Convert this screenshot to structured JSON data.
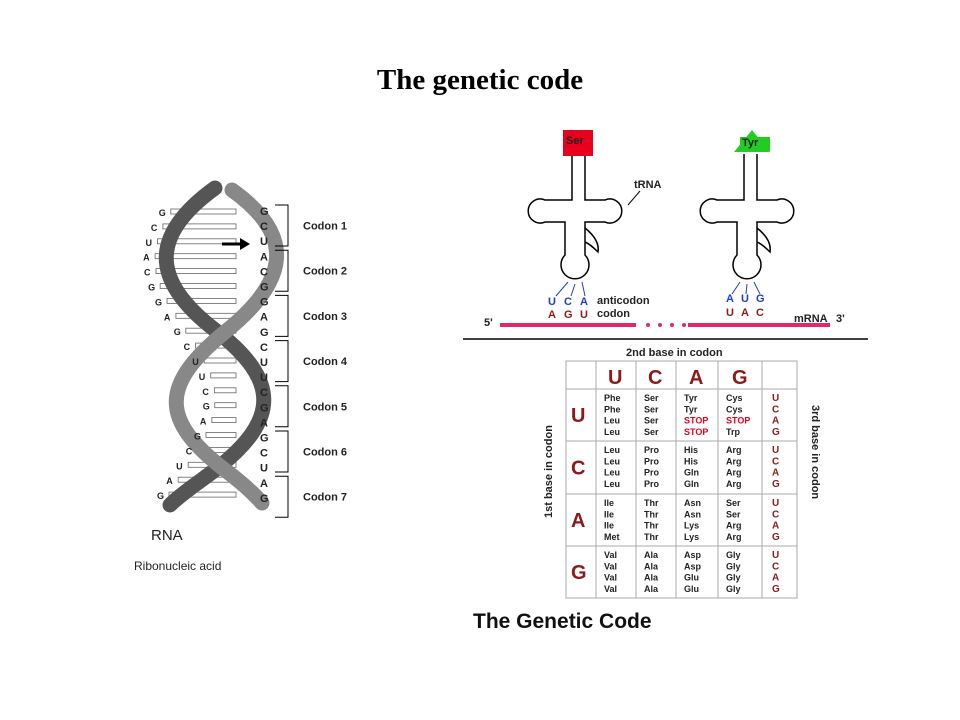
{
  "title": "The genetic code",
  "rna": {
    "strand_letters": [
      "G",
      "C",
      "U",
      "A",
      "C",
      "G",
      "G",
      "A",
      "G",
      "C",
      "U",
      "U",
      "C",
      "G",
      "A",
      "G",
      "C",
      "U",
      "A",
      "G"
    ],
    "bracket_letters": [
      "G",
      "C",
      "U",
      "A",
      "C",
      "G",
      "G",
      "A",
      "G",
      "C",
      "U",
      "U",
      "C",
      "G",
      "A",
      "G",
      "C",
      "U",
      "A",
      "G"
    ],
    "codons": [
      "Codon 1",
      "Codon 2",
      "Codon 3",
      "Codon 4",
      "Codon 5",
      "Codon 6",
      "Codon 7"
    ],
    "label": "RNA",
    "caption": "Ribonucleic acid"
  },
  "trna": {
    "aa_left": "Ser",
    "aa_right": "Tyr",
    "trna_label": "tRNA",
    "anticodon_label": "anticodon",
    "codon_label": "codon",
    "anticodon_left": [
      "U",
      "C",
      "A"
    ],
    "codon_left": [
      "A",
      "G",
      "U"
    ],
    "anticodon_right": [
      "A",
      "U",
      "G"
    ],
    "codon_right": [
      "U",
      "A",
      "C"
    ],
    "five_prime": "5'",
    "mrna_label": "mRNA",
    "three_prime": "3'",
    "colors": {
      "ser": "#e8001c",
      "tyr": "#22cc22",
      "mrna": "#e0286e",
      "anticodon": "#1f3fbf",
      "codon": "#8b1a1a"
    }
  },
  "code_table": {
    "header_top": "2nd base in codon",
    "header_left": "1st base in codon",
    "header_right": "3rd base in codon",
    "bases": [
      "U",
      "C",
      "A",
      "G"
    ],
    "third": [
      "U",
      "C",
      "A",
      "G"
    ],
    "cells": [
      [
        [
          "Phe",
          "Phe",
          "Leu",
          "Leu"
        ],
        [
          "Ser",
          "Ser",
          "Ser",
          "Ser"
        ],
        [
          "Tyr",
          "Tyr",
          "STOP",
          "STOP"
        ],
        [
          "Cys",
          "Cys",
          "STOP",
          "Trp"
        ]
      ],
      [
        [
          "Leu",
          "Leu",
          "Leu",
          "Leu"
        ],
        [
          "Pro",
          "Pro",
          "Pro",
          "Pro"
        ],
        [
          "His",
          "His",
          "Gln",
          "Gln"
        ],
        [
          "Arg",
          "Arg",
          "Arg",
          "Arg"
        ]
      ],
      [
        [
          "Ile",
          "Ile",
          "Ile",
          "Met"
        ],
        [
          "Thr",
          "Thr",
          "Thr",
          "Thr"
        ],
        [
          "Asn",
          "Asn",
          "Lys",
          "Lys"
        ],
        [
          "Ser",
          "Ser",
          "Arg",
          "Arg"
        ]
      ],
      [
        [
          "Val",
          "Val",
          "Val",
          "Val"
        ],
        [
          "Ala",
          "Ala",
          "Ala",
          "Ala"
        ],
        [
          "Asp",
          "Asp",
          "Glu",
          "Glu"
        ],
        [
          "Gly",
          "Gly",
          "Gly",
          "Gly"
        ]
      ]
    ],
    "caption": "The Genetic Code",
    "colors": {
      "base": "#8b1a1a",
      "stop": "#e8001c"
    }
  }
}
